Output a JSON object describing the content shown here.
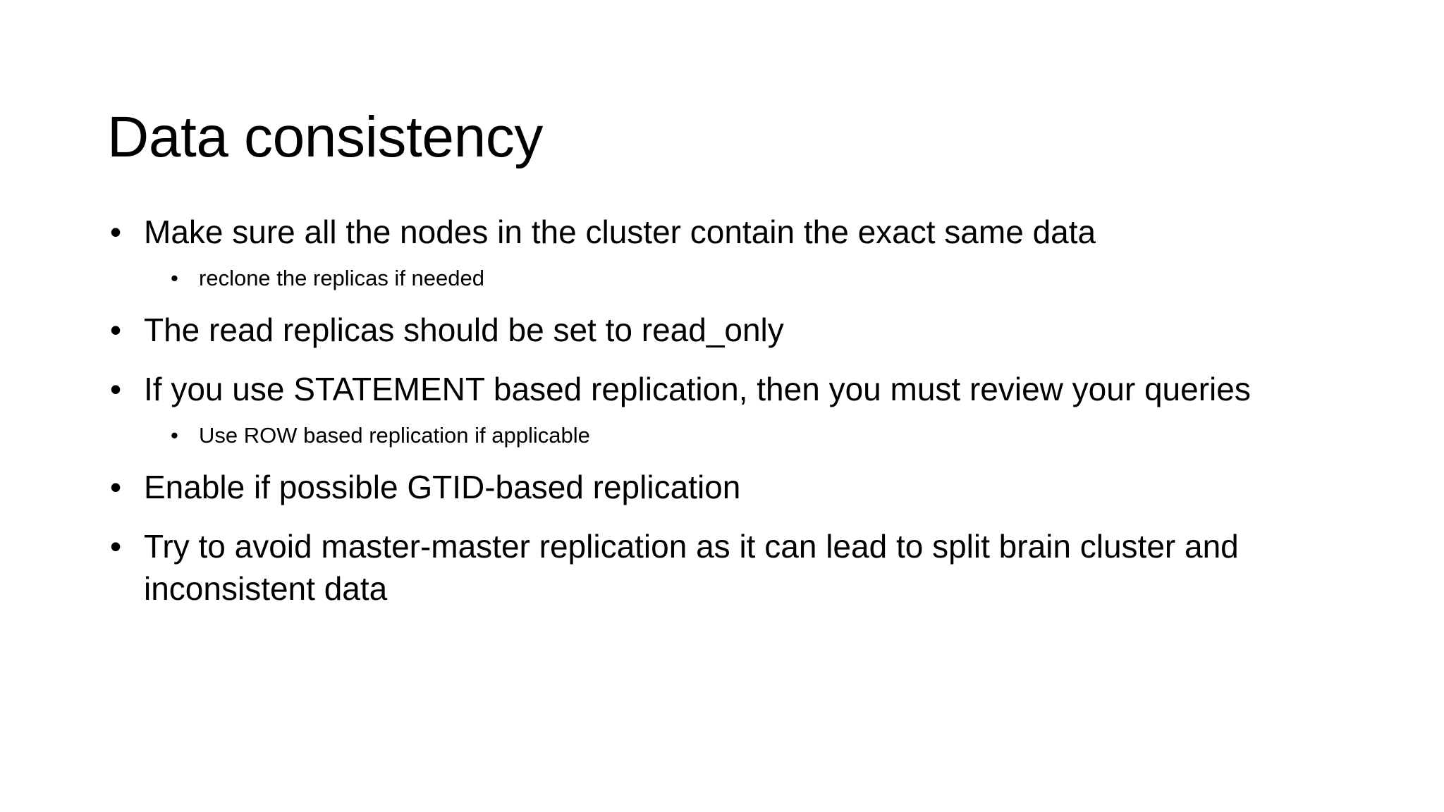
{
  "slide": {
    "title": "Data consistency",
    "background_color": "#ffffff",
    "text_color": "#000000",
    "bullet_glyph": "•",
    "bullets": [
      {
        "level": 1,
        "text": "Make sure all the nodes in the cluster contain the exact same data"
      },
      {
        "level": 2,
        "text": "reclone the replicas if needed"
      },
      {
        "level": 1,
        "text": "The read replicas should be set to read_only"
      },
      {
        "level": 1,
        "text": "If you use STATEMENT based replication, then you must review your queries"
      },
      {
        "level": 2,
        "text": "Use ROW based replication if applicable"
      },
      {
        "level": 1,
        "text": "Enable if possible GTID-based replication"
      },
      {
        "level": 1,
        "text": "Try to avoid master-master replication as it can lead to split brain cluster and inconsistent data"
      }
    ]
  }
}
